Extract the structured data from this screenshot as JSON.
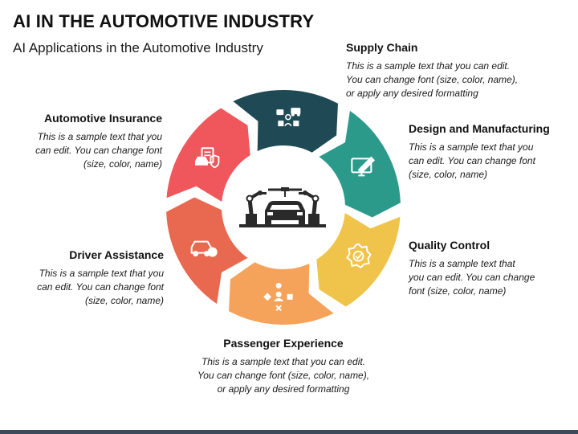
{
  "title": "AI IN THE AUTOMOTIVE INDUSTRY",
  "subtitle": "AI Applications in the Automotive Industry",
  "segments": [
    {
      "label": "Supply Chain",
      "text": "This is a sample text that you can edit.\nYou can change font (size, color, name),\nor apply any desired formatting",
      "color": "#1f4a55",
      "icon": "supply-chain-icon"
    },
    {
      "label": "Design and Manufacturing",
      "text": "This is a sample text that you\ncan edit. You can change font\n(size, color, name)",
      "color": "#2b9a8a",
      "icon": "design-monitor-icon"
    },
    {
      "label": "Quality Control",
      "text": "This is a sample text that\nyou can edit. You can change\nfont (size, color, name)",
      "color": "#f0c34a",
      "icon": "quality-badge-icon"
    },
    {
      "label": "Passenger Experience",
      "text": "This is a sample text that you can edit.\nYou can change font (size, color, name),\nor apply any desired formatting",
      "color": "#f5a35a",
      "icon": "passenger-network-icon"
    },
    {
      "label": "Driver Assistance",
      "text": "This is a sample text that you\ncan edit. You can change font\n(size, color, name)",
      "color": "#e8694f",
      "icon": "car-gear-icon"
    },
    {
      "label": "Automotive Insurance",
      "text": "This is a sample text that you\ncan edit. You can change font\n(size, color, name)",
      "color": "#f0575c",
      "icon": "insurance-car-icon"
    }
  ],
  "center_icon": "robotic-assembly-icon"
}
